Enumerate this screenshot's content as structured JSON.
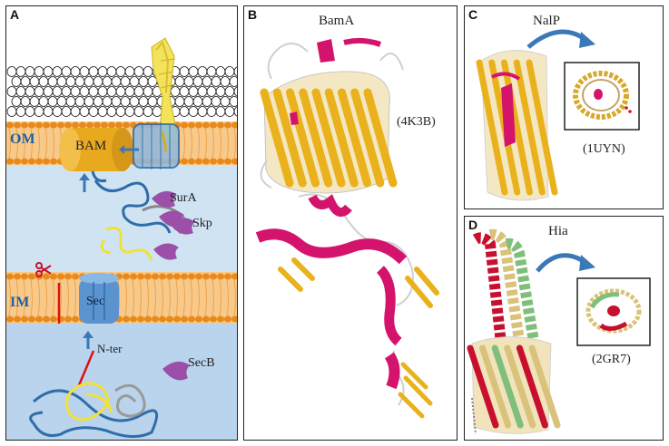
{
  "figure": {
    "panel_a": {
      "label": "A",
      "om_label": "OM",
      "im_label": "IM",
      "bam_label": "BAM",
      "sec_label": "Sec",
      "sura_label": "SurA",
      "skp_label": "Skp",
      "nter_label": "N-ter",
      "secb_label": "SecB"
    },
    "panel_b": {
      "label": "B",
      "title": "BamA",
      "pdb": "(4K3B)"
    },
    "panel_c": {
      "label": "C",
      "title": "NalP",
      "pdb": "(1UYN)"
    },
    "panel_d": {
      "label": "D",
      "title": "Hia",
      "pdb": "(2GR7)"
    }
  },
  "colors": {
    "membrane_orange": "#f2a23c",
    "lipid_head": "#e8891c",
    "periplasm_blue": "#cfe3f3",
    "cytoplasm_blue": "#b9d4ec",
    "bam_gold": "#e8a91e",
    "sec_blue": "#4f86c6",
    "strand_gold": "#e9b21c",
    "helix_magenta": "#d4146c",
    "helix_red": "#c8102e",
    "helix_green": "#7fbf7b",
    "helix_tan": "#d9c27a",
    "chaperone_purple": "#9b4fa8",
    "arrow_blue": "#3b78b8"
  },
  "icons": [
    "scissors-icon",
    "curved-arrow-icon",
    "up-arrow-icon"
  ]
}
